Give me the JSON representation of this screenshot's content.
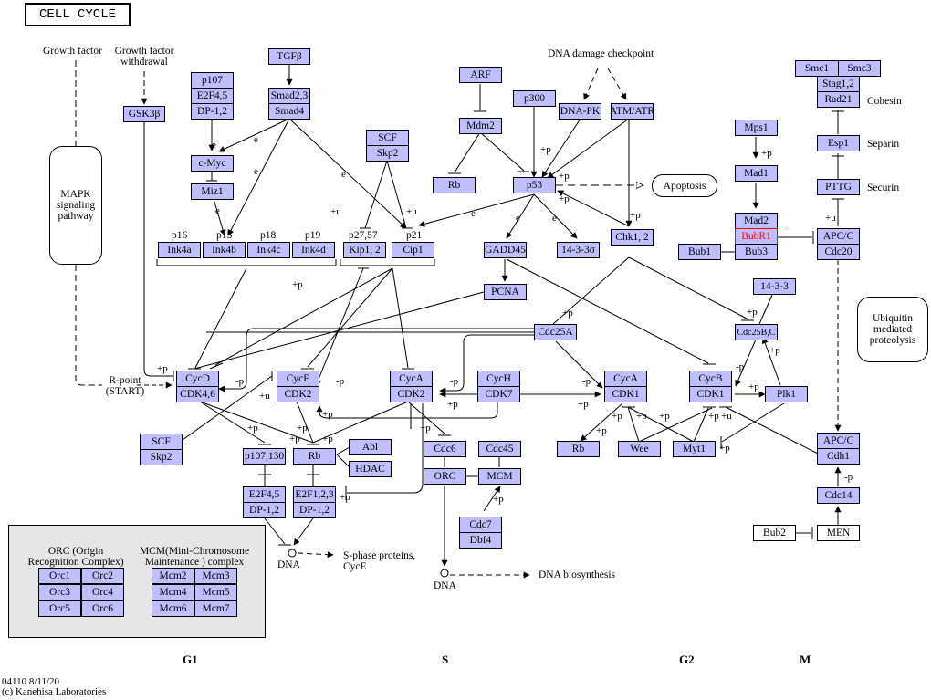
{
  "title": "CELL CYCLE",
  "colors": {
    "gene_fill": "#bfbfff",
    "highlight": "#ff0000",
    "legend_bg": "#e6e6e6"
  },
  "nodes": {
    "tgfb": "TGFβ",
    "smad23": "Smad2,3",
    "smad4": "Smad4",
    "p107": "p107",
    "e2f45_top": "E2F4,5",
    "dp12_top": "DP-1,2",
    "gsk3b": "GSK3β",
    "cmyc": "c-Myc",
    "miz1": "Miz1",
    "ink4a": "Ink4a",
    "ink4b": "Ink4b",
    "ink4c": "Ink4c",
    "ink4d": "Ink4d",
    "kip12": "Kip1, 2",
    "cip1": "Cip1",
    "scf_top": "SCF",
    "skp2_top": "Skp2",
    "arf": "ARF",
    "mdm2": "Mdm2",
    "rb_top": "Rb",
    "p300": "p300",
    "dnapk": "DNA-PK",
    "atmatr": "ATM/ATR",
    "p53": "p53",
    "gadd45": "GADD45",
    "s1433sigma": "14-3-3σ",
    "chk12": "Chk1, 2",
    "pcna": "PCNA",
    "cdc25a": "Cdc25A",
    "mps1": "Mps1",
    "mad1": "Mad1",
    "mad2": "Mad2",
    "bubr1": "BubR1",
    "bub3": "Bub3",
    "bub1": "Bub1",
    "smc1": "Smc1",
    "smc3": "Smc3",
    "stag12": "Stag1,2",
    "rad21": "Rad21",
    "esp1": "Esp1",
    "pttg": "PTTG",
    "apcc_top": "APC/C",
    "cdc20": "Cdc20",
    "s1433": "14-3-3",
    "cdc25bc": "Cdc25B,C",
    "cycd": "CycD",
    "cdk46": "CDK4,6",
    "cyce": "CycE",
    "cdk2_e": "CDK2",
    "cyca_s": "CycA",
    "cdk2_a": "CDK2",
    "cych": "CycH",
    "cdk7": "CDK7",
    "cyca_g2": "CycA",
    "cdk1_a": "CDK1",
    "cycb": "CycB",
    "cdk1_b": "CDK1",
    "plk1": "Plk1",
    "scf_bot": "SCF",
    "skp2_bot": "Skp2",
    "p107130": "p107,130",
    "rb_mid": "Rb",
    "abl": "Abl",
    "hdac": "HDAC",
    "e2f45_bot": "E2F4,5",
    "dp12_a": "DP-1,2",
    "e2f123": "E2F1,2,3",
    "dp12_b": "DP-1,2",
    "cdc6": "Cdc6",
    "cdc45": "Cdc45",
    "orc": "ORC",
    "mcm": "MCM",
    "cdc7": "Cdc7",
    "dbf4": "Dbf4",
    "rb_g2": "Rb",
    "wee": "Wee",
    "myt1": "Myt1",
    "apcc_bot": "APC/C",
    "cdh1": "Cdh1",
    "cdc14": "Cdc14",
    "bub2": "Bub2",
    "men": "MEN"
  },
  "labels": {
    "growth_factor": "Growth factor",
    "gf_withdrawal_1": "Growth factor",
    "gf_withdrawal_2": "withdrawal",
    "dna_damage": "DNA damage checkpoint",
    "p16": "p16",
    "p15": "p15",
    "p18": "p18",
    "p19": "p19",
    "p2757": "p27,57",
    "p21": "p21",
    "cohesin": "Cohesin",
    "separin": "Separin",
    "securin": "Securin",
    "rpoint_1": "R-point",
    "rpoint_2": "(START)",
    "dna_1": "DNA",
    "dna_2": "DNA",
    "sphase_1": "S-phase proteins,",
    "sphase_2": "CycE",
    "dna_biosynthesis": "DNA biosynthesis"
  },
  "pathways": {
    "mapk": [
      "MAPK",
      "signaling",
      "pathway"
    ],
    "apoptosis": "Apoptosis",
    "ubiquitin": [
      "Ubiquitin",
      "mediated",
      "proteolysis"
    ]
  },
  "legend": {
    "orc_title_1": "ORC (Origin",
    "orc_title_2": "Recognition Complex)",
    "mcm_title_1": "MCM(Mini-Chromosome",
    "mcm_title_2": "Maintenance ) complex",
    "orc_items": [
      "Orc1",
      "Orc2",
      "Orc3",
      "Orc4",
      "Orc5",
      "Orc6"
    ],
    "mcm_items": [
      "Mcm2",
      "Mcm3",
      "Mcm4",
      "Mcm5",
      "Mcm6",
      "Mcm7"
    ]
  },
  "phases": {
    "g1": "G1",
    "s": "S",
    "g2": "G2",
    "m": "M"
  },
  "footer": {
    "line1": "04110 8/11/20",
    "line2": "(c) Kanehisa Laboratories"
  }
}
